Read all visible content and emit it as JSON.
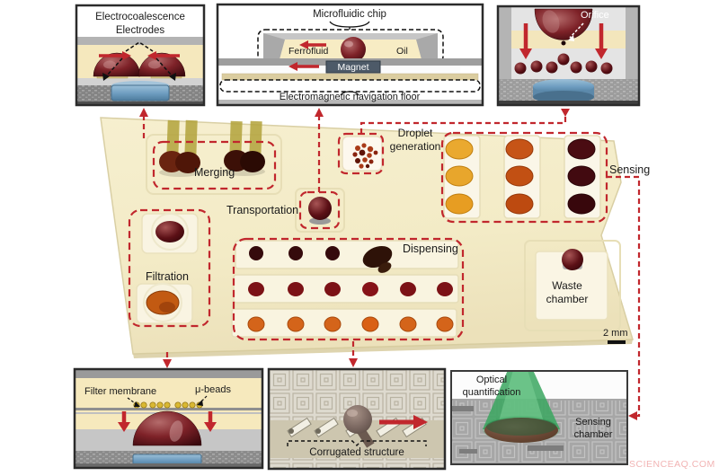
{
  "figure": {
    "kind": "microfluidic chip figure with schematic insets",
    "watermark": "SCIENCEAQ.COM"
  },
  "colors": {
    "accent_red": "#c1272d",
    "chip_surface": "#f4edcb",
    "droplet_dark": "#42090f",
    "droplet_orange": "#c65417",
    "droplet_yellow": "#eaa92f",
    "magnet_blue": "#6d9cbf",
    "cone_green": "#3aa65f"
  },
  "insets": {
    "electrocoalescence": {
      "title": "Electrocoalescence Electrodes"
    },
    "chip_side_view": {
      "title": "Microfluidic chip",
      "ferrofluid": "Ferrofluid",
      "oil": "Oil",
      "magnet": "Magnet",
      "floor": "Electromagnetic navigation floor"
    },
    "orifice": {
      "label": "Orifice"
    },
    "filter": {
      "membrane": "Filter membrane",
      "beads": "μ-beads"
    },
    "corrugated": {
      "label": "Corrugated structure"
    },
    "optical": {
      "label": "Optical quantification",
      "chamber": "Sensing chamber"
    }
  },
  "chip": {
    "regions": {
      "merging": "Merging",
      "droplet_generation": "Droplet generation",
      "transportation": "Transportation",
      "sensing": "Sensing",
      "filtration": "Filtration",
      "dispensing": "Dispensing",
      "waste": "Waste chamber"
    },
    "scale_bar": "2 mm"
  }
}
